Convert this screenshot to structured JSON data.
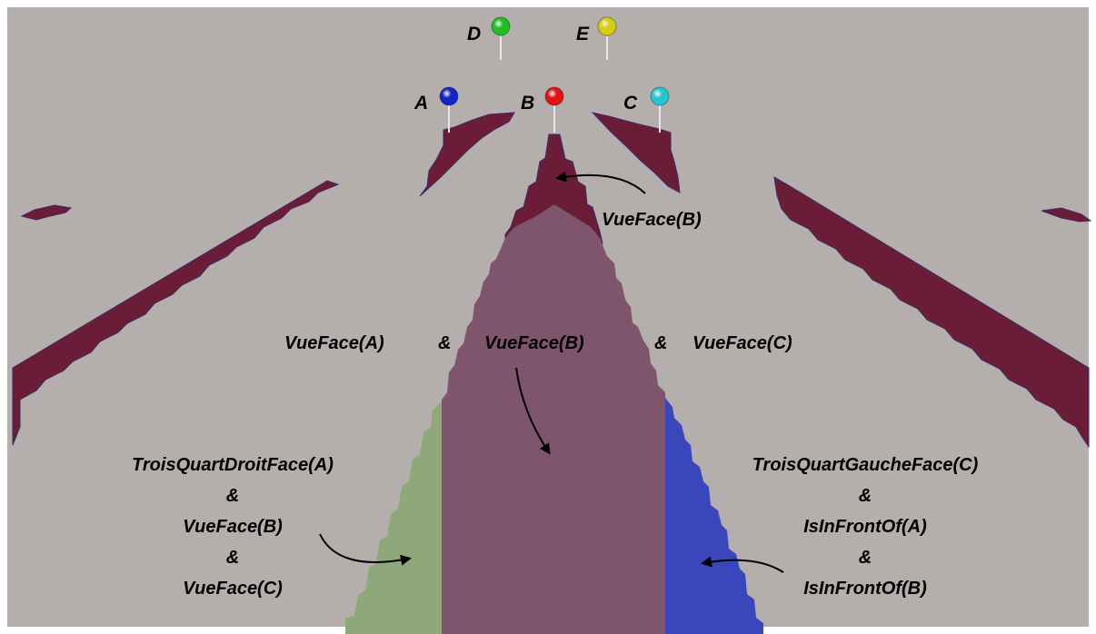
{
  "colors": {
    "background": "#b4afac",
    "frame": "#ffffff",
    "visibility_region": "#6b1c36",
    "visibility_region_center": "#7f556e",
    "region_left": "#8fa87a",
    "region_right": "#3a47bc",
    "arrow": "#000000"
  },
  "points": [
    {
      "id": "A",
      "label": "A",
      "color": "#1424c8",
      "icon": "blue-sphere-pin"
    },
    {
      "id": "B",
      "label": "B",
      "color": "#e21212",
      "icon": "red-sphere-pin"
    },
    {
      "id": "C",
      "label": "C",
      "color": "#22c9cc",
      "icon": "cyan-sphere-pin"
    },
    {
      "id": "D",
      "label": "D",
      "color": "#1fbf1f",
      "icon": "green-sphere-pin"
    },
    {
      "id": "E",
      "label": "E",
      "color": "#d6cf0e",
      "icon": "yellow-sphere-pin"
    }
  ],
  "annotations": {
    "top": "VueFace(B)",
    "middle": {
      "a": "VueFace(A)",
      "amp1": "&",
      "b": "VueFace(B)",
      "amp2": "&",
      "c": "VueFace(C)"
    },
    "left": [
      "TroisQuartDroitFace(A)",
      "&",
      "VueFace(B)",
      "&",
      "VueFace(C)"
    ],
    "right": [
      "TroisQuartGaucheFace(C)",
      "&",
      "IsInFrontOf(A)",
      "&",
      "IsInFrontOf(B)"
    ]
  }
}
